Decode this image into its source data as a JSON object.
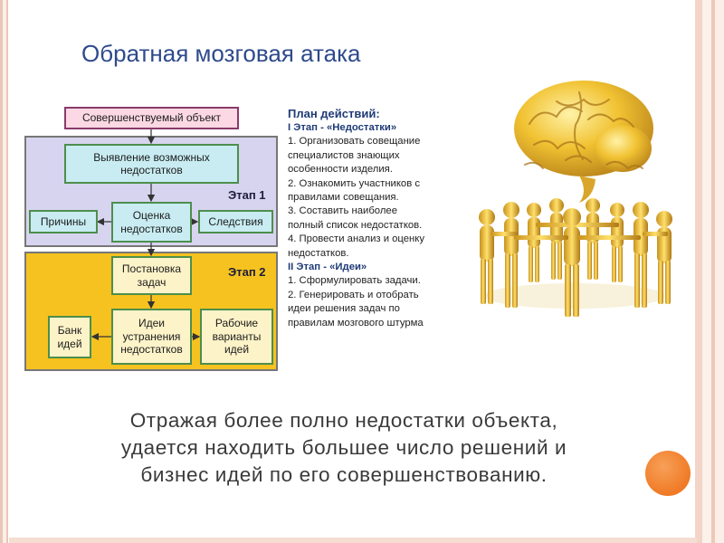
{
  "slide": {
    "title": "Обратная мозговая атака",
    "body_text": "Отражая более полно недостатки объекта,\nудается находить большее число решений и\nбизнес идей по его совершенствованию."
  },
  "diagram": {
    "stage1_label": "Этап 1",
    "stage2_label": "Этап 2",
    "boxes": {
      "object": "Совершенствуемый объект",
      "identify": "Выявление возможных\nнедостатков",
      "causes": "Причины",
      "evaluate": "Оценка\nнедостатков",
      "effects": "Следствия",
      "tasks": "Постановка\nзадач",
      "bank": "Банк\nидей",
      "ideas": "Идеи\nустранения\nнедостатков",
      "working": "Рабочие\nварианты\nидей"
    },
    "colors": {
      "stage1_bg": "#d7d4ef",
      "stage2_bg": "#f6c21f",
      "box_bg": "#c8ecf2",
      "object_box_bg": "#fbd8e3"
    }
  },
  "plan": {
    "heading": "План действий:",
    "stage1_title": "I Этап - «Недостатки»",
    "stage1_items": [
      "1. Организовать совещание\nспециалистов знающих\nособенности изделия.",
      "2. Ознакомить участников с\nправилами совещания.",
      "3. Составить наиболее\nполный список недостатков.",
      "4. Провести анализ и оценку\nнедостатков."
    ],
    "stage2_title": "II Этап - «Идеи»",
    "stage2_items": [
      "1. Сформулировать задачи.",
      "2. Генерировать и отобрать\nидеи решения задач по\nправилам мозгового штурма"
    ]
  },
  "illustration": {
    "icon": "golden-brain-and-people-circle"
  }
}
